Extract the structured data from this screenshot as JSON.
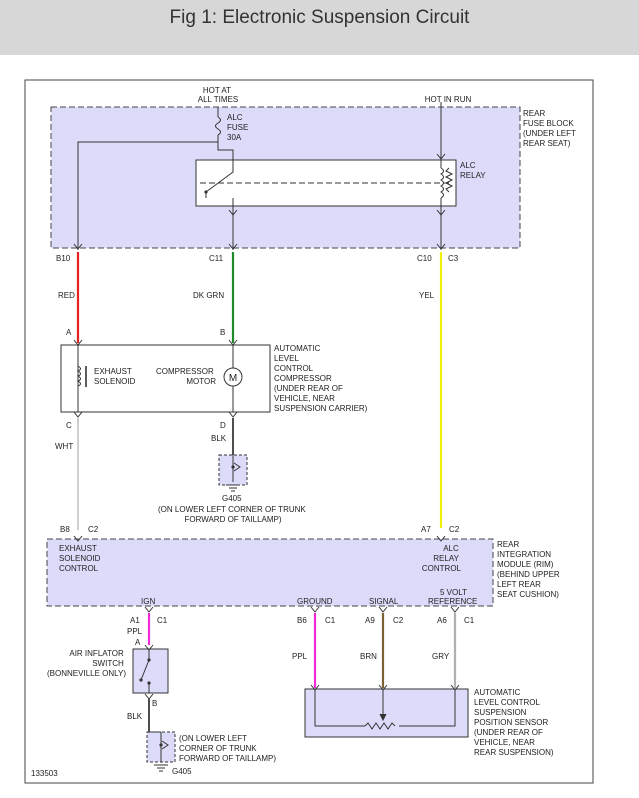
{
  "header": {
    "title": "Fig 1: Electronic Suspension Circuit"
  },
  "figure_number": "133503",
  "fuse_block": {
    "hot_at_all_times": [
      "HOT AT",
      "ALL TIMES"
    ],
    "hot_in_run": "HOT IN RUN",
    "fuse": [
      "ALC",
      "FUSE",
      "30A"
    ],
    "relay": [
      "ALC",
      "RELAY"
    ],
    "location": [
      "REAR",
      "FUSE BLOCK",
      "(UNDER LEFT",
      "REAR SEAT)"
    ],
    "pins": {
      "b10": "B10",
      "c11": "C11",
      "c10": "C10",
      "c3": "C3"
    }
  },
  "wires": {
    "red": "RED",
    "dk_grn": "DK GRN",
    "yel": "YEL",
    "wht": "WHT",
    "blk": "BLK",
    "ppl": "PPL",
    "brn": "BRN",
    "gry": "GRY"
  },
  "compressor": {
    "pin_a": "A",
    "pin_b": "B",
    "pin_c": "C",
    "pin_d": "D",
    "exhaust_solenoid": [
      "EXHAUST",
      "SOLENOID"
    ],
    "compressor_motor": [
      "COMPRESSOR",
      "MOTOR"
    ],
    "motor_symbol": "M",
    "description": [
      "AUTOMATIC",
      "LEVEL",
      "CONTROL",
      "COMPRESSOR",
      "(UNDER REAR OF",
      "VEHICLE, NEAR",
      "SUSPENSION CARRIER)"
    ]
  },
  "ground_1": {
    "name": "G405",
    "location": [
      "(ON LOWER LEFT CORNER OF TRUNK",
      "FORWARD OF TAILLAMP)"
    ]
  },
  "rim": {
    "top_pins": {
      "b8": "B8",
      "c2_left": "C2",
      "a7": "A7",
      "c2_right": "C2"
    },
    "exhaust_solenoid_control": [
      "EXHAUST",
      "SOLENOID",
      "CONTROL"
    ],
    "alc_relay_control": [
      "ALC",
      "RELAY",
      "CONTROL"
    ],
    "description": [
      "REAR",
      "INTEGRATION",
      "MODULE (RIM)",
      "(BEHIND UPPER",
      "LEFT REAR",
      "SEAT CUSHION)"
    ],
    "bottom_labels": {
      "ign": "IGN",
      "ground": "GROUND",
      "signal": "SIGNAL",
      "five_volt_reference": [
        "5 VOLT",
        "REFERENCE"
      ]
    },
    "bottom_pins": {
      "a1": "A1",
      "c1_a": "C1",
      "b6": "B6",
      "c1_b": "C1",
      "a9": "A9",
      "c2": "C2",
      "a6": "A6",
      "c1_c": "C1"
    }
  },
  "air_inflator_switch": {
    "pin_a": "A",
    "pin_b": "B",
    "label": [
      "AIR INFLATOR",
      "SWITCH",
      "(BONNEVILLE ONLY)"
    ]
  },
  "ground_2": {
    "name": "G405",
    "location": [
      "(ON LOWER LEFT",
      "CORNER OF TRUNK",
      "FORWARD OF TAILLAMP)"
    ]
  },
  "sensor": {
    "description": [
      "AUTOMATIC",
      "LEVEL CONTROL",
      "SUSPENSION",
      "POSITION SENSOR",
      "(UNDER REAR OF",
      "VEHICLE, NEAR",
      "REAR SUSPENSION)"
    ]
  },
  "colors": {
    "red_wire": "#e8201f",
    "green_wire": "#1e8c2a",
    "yellow_wire": "#f0f00a",
    "white_wire": "#cfcfcf",
    "purple_wire": "#ee2bd8",
    "brown_wire": "#7a6236",
    "gray_wire": "#b0b0b0",
    "box_fill": "#dcdcfa",
    "header_bg": "#d7d7d7"
  }
}
